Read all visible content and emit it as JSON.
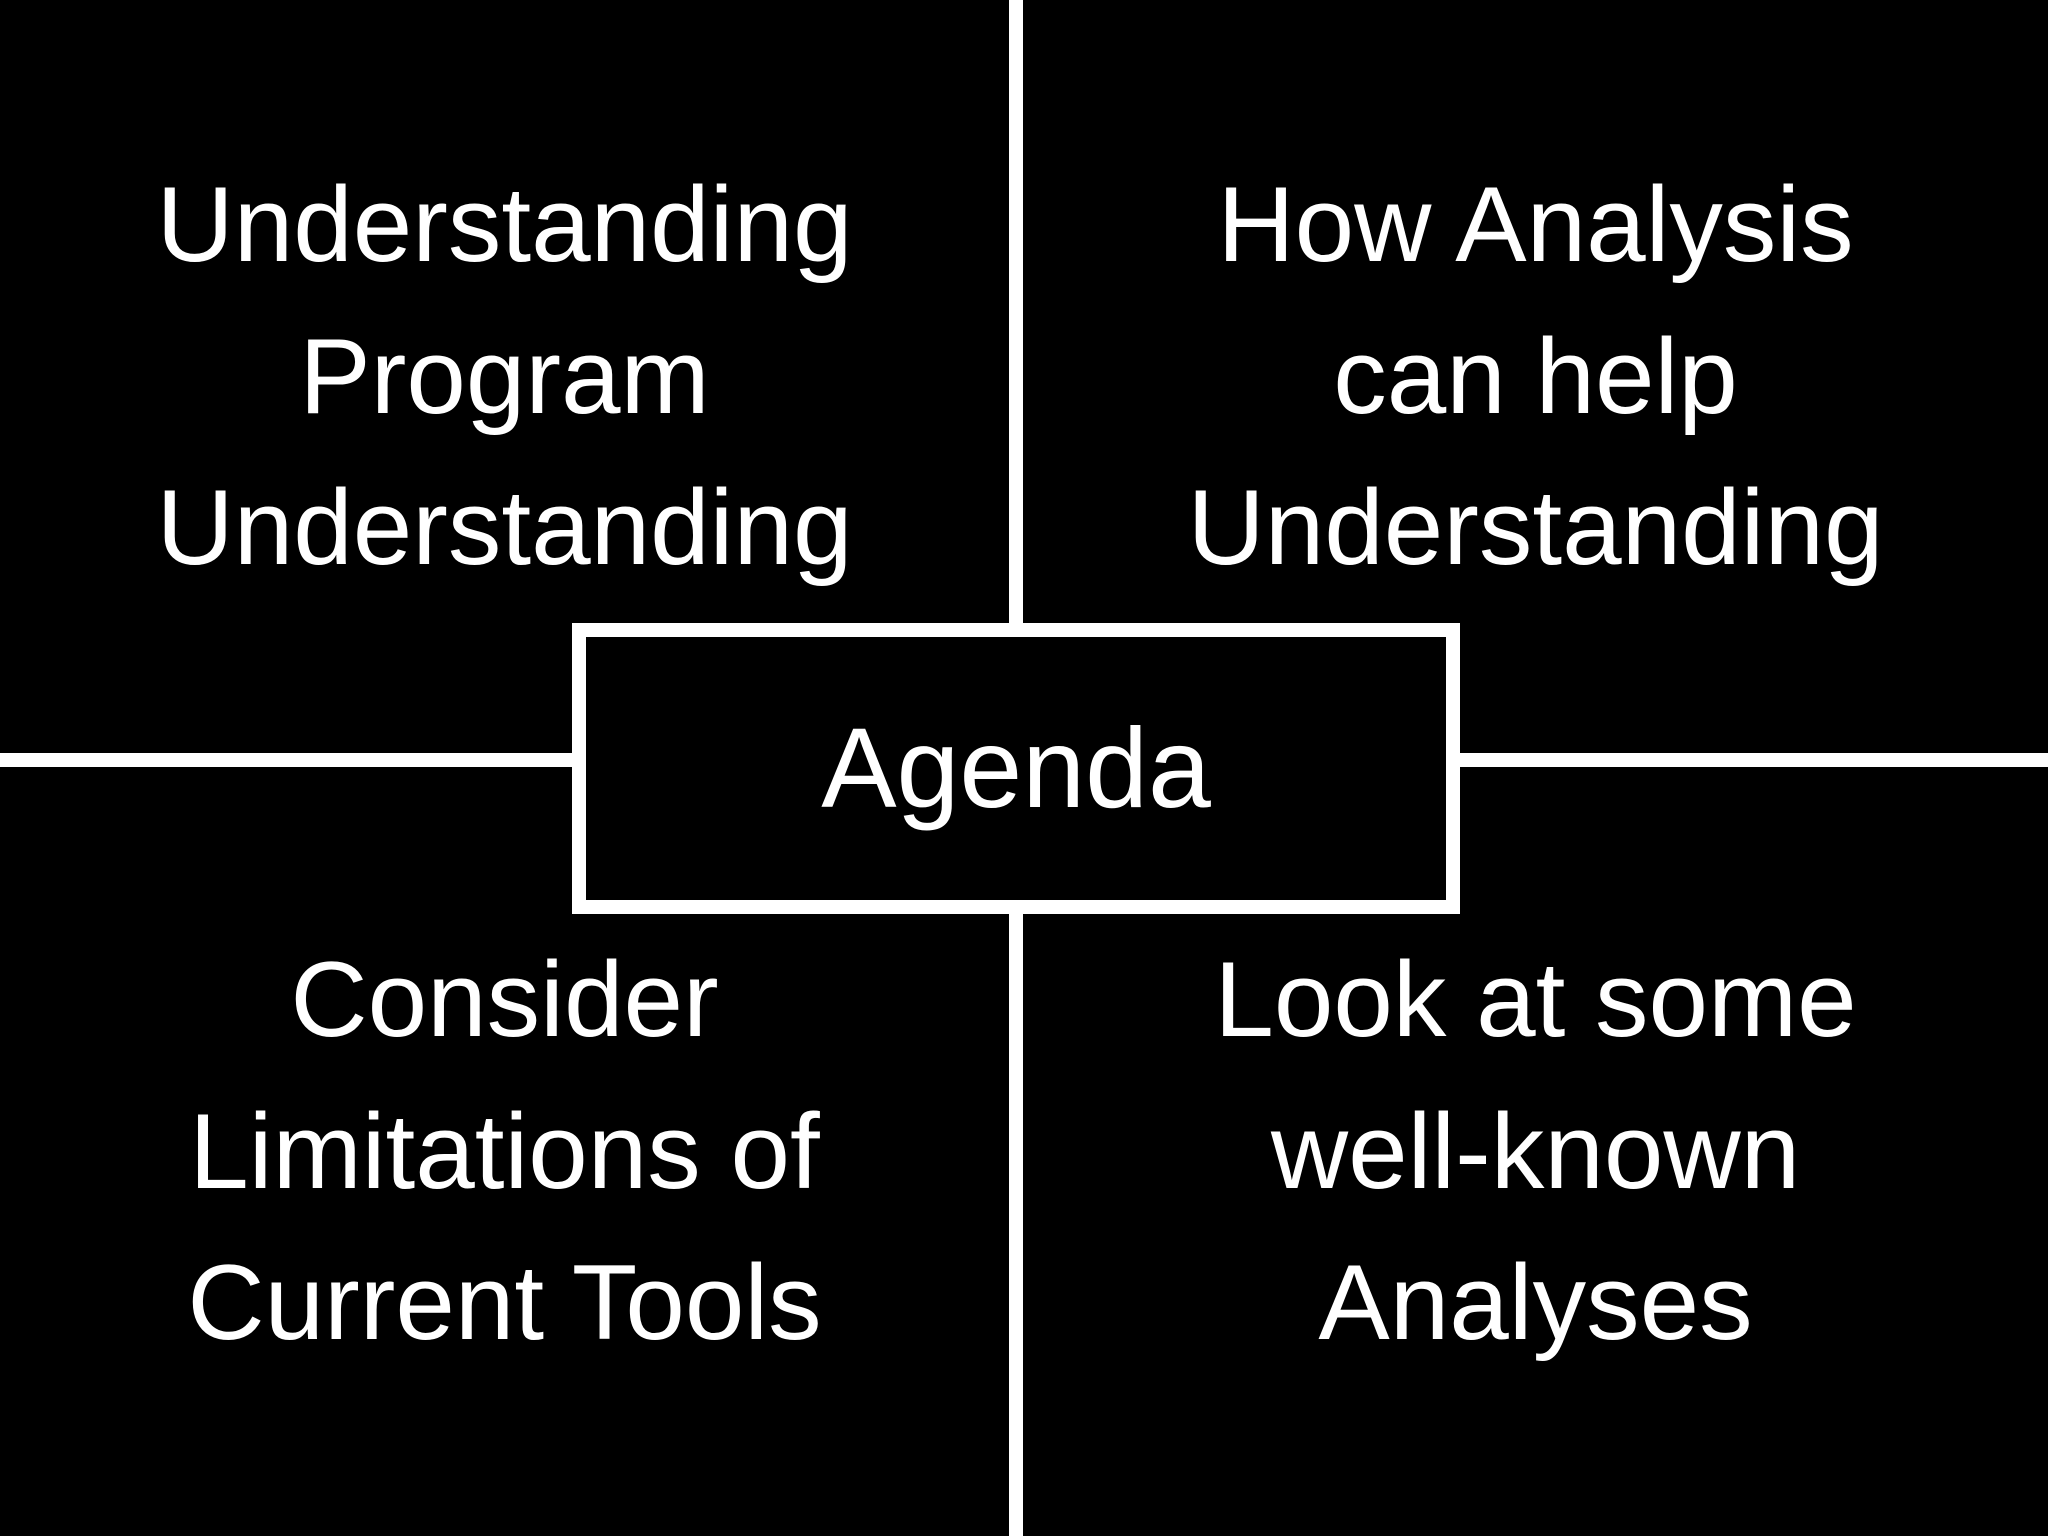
{
  "slide": {
    "background_color": "#000000",
    "text_color": "#ffffff",
    "divider_color": "#ffffff",
    "center_box": {
      "label": "Agenda"
    },
    "quadrants": {
      "top_left": {
        "lines": [
          "Understanding",
          "Program",
          "Understanding"
        ]
      },
      "top_right": {
        "lines": [
          "How Analysis",
          "can help",
          "Understanding"
        ]
      },
      "bottom_left": {
        "lines": [
          "Consider",
          "Limitations of",
          "Current Tools"
        ]
      },
      "bottom_right": {
        "lines": [
          "Look at some",
          "well-known",
          "Analyses"
        ]
      }
    }
  }
}
